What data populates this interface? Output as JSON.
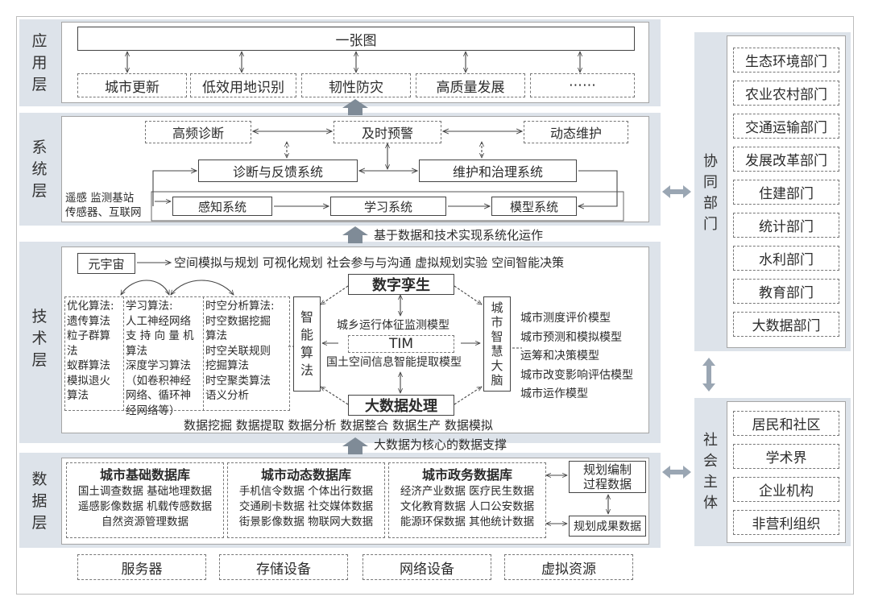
{
  "layers": {
    "app": {
      "label": [
        "应",
        "用",
        "层"
      ]
    },
    "sys": {
      "label": [
        "系",
        "统",
        "层"
      ]
    },
    "tech": {
      "label": [
        "技",
        "术",
        "层"
      ]
    },
    "data": {
      "label": [
        "数",
        "据",
        "层"
      ]
    }
  },
  "app": {
    "top": "一张图",
    "items": [
      "城市更新",
      "低效用地识别",
      "韧性防灾",
      "高质量发展",
      "⋯⋯"
    ]
  },
  "sys": {
    "row1": [
      "高频诊断",
      "及时预警",
      "动态维护"
    ],
    "row2": [
      "诊断与反馈系统",
      "维护和治理系统"
    ],
    "inputs": [
      "遥感 监测基站",
      "传感器、互联网"
    ],
    "row3": [
      "感知系统",
      "学习系统",
      "模型系统"
    ],
    "arrow_text": "基于数据和技术实现系统化运作"
  },
  "tech": {
    "metaverse": "元宇宙",
    "metaverse_apps": "空间模拟与规划 可视化规划 社会参与与沟通 虚拟规划实验 空间智能决策",
    "algo_col1": [
      "优化算法:",
      "遗传算法",
      "粒子群算",
      "法",
      "蚁群算法",
      "模拟退火",
      "算法"
    ],
    "algo_col2": [
      "学习算法:",
      "人工神经网络",
      "支 持 向 量 机",
      "算法",
      "深度学习算法",
      "（如卷积神经",
      "网络、循环神",
      "经网络等）"
    ],
    "algo_col3": [
      "时空分析算法:",
      "时空数据挖掘",
      "算法",
      "时空关联规则",
      "挖掘算法",
      "时空聚类算法",
      "语义分析"
    ],
    "intel_algo": [
      "智",
      "能",
      "算",
      "法"
    ],
    "digital_twin": "数字孪生",
    "monitor_model": "城乡运行体征监测模型",
    "tim": "TIM",
    "extract_model": "国土空间信息智能提取模型",
    "big_data": "大数据处理",
    "brain": [
      "城",
      "市",
      "智",
      "慧",
      "大",
      "脑"
    ],
    "models": [
      "城市测度评价模型",
      "城市预测和模拟模型",
      "运筹和决策模型",
      "城市改变影响评估模型",
      "城市运作模型"
    ],
    "ops": "数据挖掘 数据提取 数据分析 数据整合 数据生产 数据模拟",
    "arrow_text": "大数据为核心的数据支撑"
  },
  "data": {
    "db1": {
      "title": "城市基础数据库",
      "rows": [
        "国土调查数据 基础地理数据",
        "遥感影像数据 机载传感数据",
        "自然资源管理数据"
      ]
    },
    "db2": {
      "title": "城市动态数据库",
      "rows": [
        "手机信令数据 个体出行数据",
        "交通刷卡数据 社交媒体数据",
        "街景影像数据 物联网大数据"
      ]
    },
    "db3": {
      "title": "城市政务数据库",
      "rows": [
        "经济产业数据 医疗民生数据",
        "文化教育数据 人口公安数据",
        "能源环保数据 其他统计数据"
      ]
    },
    "plan_process": [
      "规划编制",
      "过程数据"
    ],
    "plan_result": "规划成果数据"
  },
  "infra": [
    "服务器",
    "存储设备",
    "网络设备",
    "虚拟资源"
  ],
  "cooperate": {
    "label": [
      "协",
      "同",
      "部",
      "门"
    ],
    "items": [
      "生态环境部门",
      "农业农村部门",
      "交通运输部门",
      "发展改革部门",
      "住建部门",
      "统计部门",
      "水利部门",
      "教育部门",
      "大数据部门"
    ]
  },
  "social": {
    "label": [
      "社",
      "会",
      "主",
      "体"
    ],
    "items": [
      "居民和社区",
      "学术界",
      "企业机构",
      "非营利组织"
    ]
  },
  "colors": {
    "band": "#dde3ea",
    "arrow": "#7f8b97",
    "line": "#444444"
  }
}
